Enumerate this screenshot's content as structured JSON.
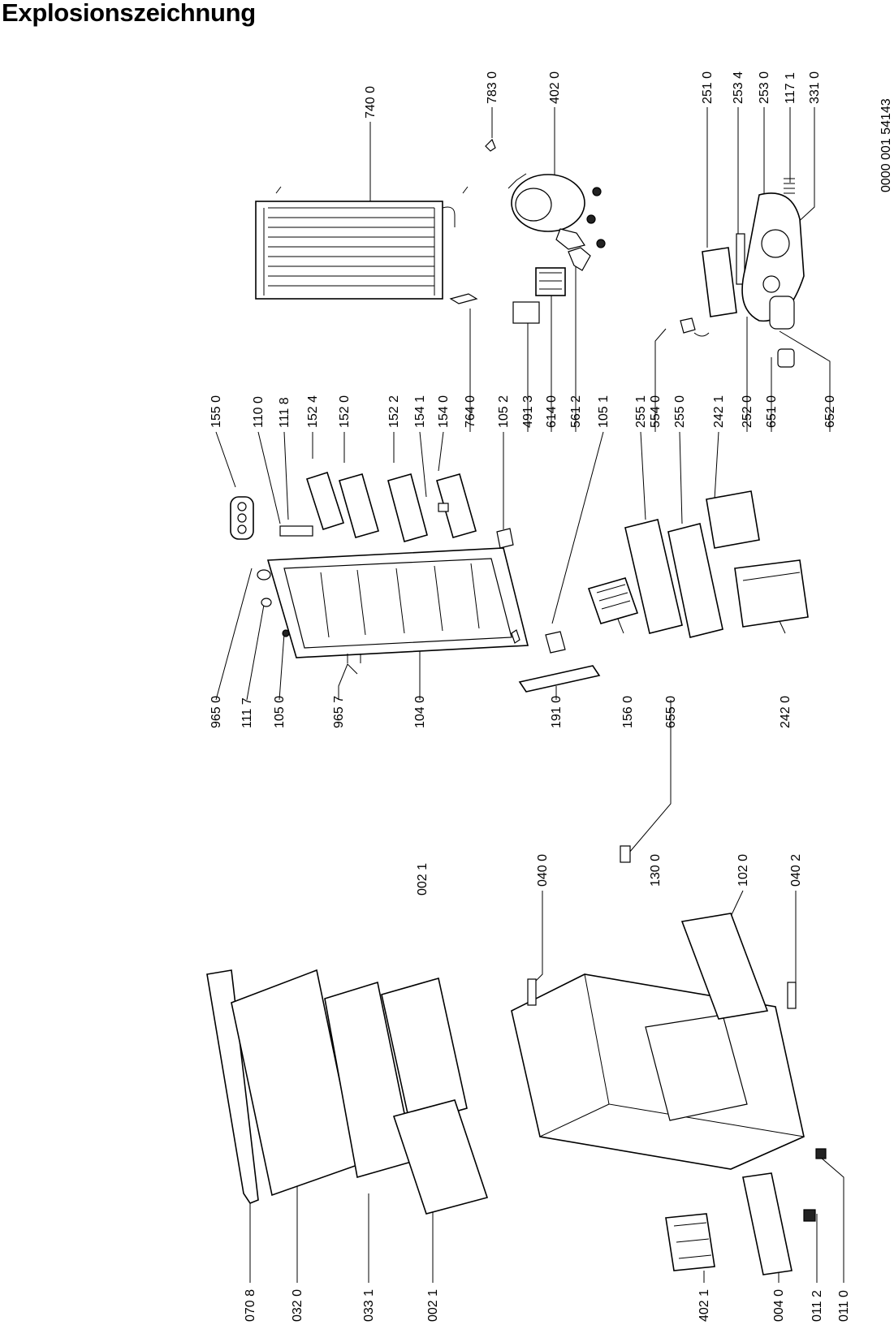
{
  "title": "Explosionszeichnung",
  "doc_number": "0000 001 54143",
  "labels": {
    "l7400": "740 0",
    "l7830": "783 0",
    "l4020": "402 0",
    "l2510": "251 0",
    "l2534": "253 4",
    "l2530": "253 0",
    "l1171": "117 1",
    "l3310": "331 0",
    "l1550": "155 0",
    "l1100": "110 0",
    "l1118": "111 8",
    "l1524": "152 4",
    "l1520": "152 0",
    "l1522": "152 2",
    "l1541": "154 1",
    "l1540": "154 0",
    "l7640": "764 0",
    "l1052": "105 2",
    "l4913": "491 3",
    "l6140": "614 0",
    "l5612": "561 2",
    "l1051": "105 1",
    "l2551": "255 1",
    "l5540": "554 0",
    "l2550": "255 0",
    "l2421": "242 1",
    "l2520": "252 0",
    "l6510": "651 0",
    "l6520": "652 0",
    "l9650": "965 0",
    "l1117": "111 7",
    "l1050": "105 0",
    "l9657": "965 7",
    "l1040": "104 0",
    "l1910": "191 0",
    "l1560": "156 0",
    "l6550": "655 0",
    "l2420": "242 0",
    "l0021a": "002 1",
    "l0400": "040 0",
    "l1300": "130 0",
    "l1020": "102 0",
    "l0402": "040 2",
    "l0708": "070 8",
    "l0320": "032 0",
    "l0331": "033 1",
    "l0021b": "002 1",
    "l4021": "402 1",
    "l0040": "004 0",
    "l0112": "011 2",
    "l0110": "011 0"
  }
}
